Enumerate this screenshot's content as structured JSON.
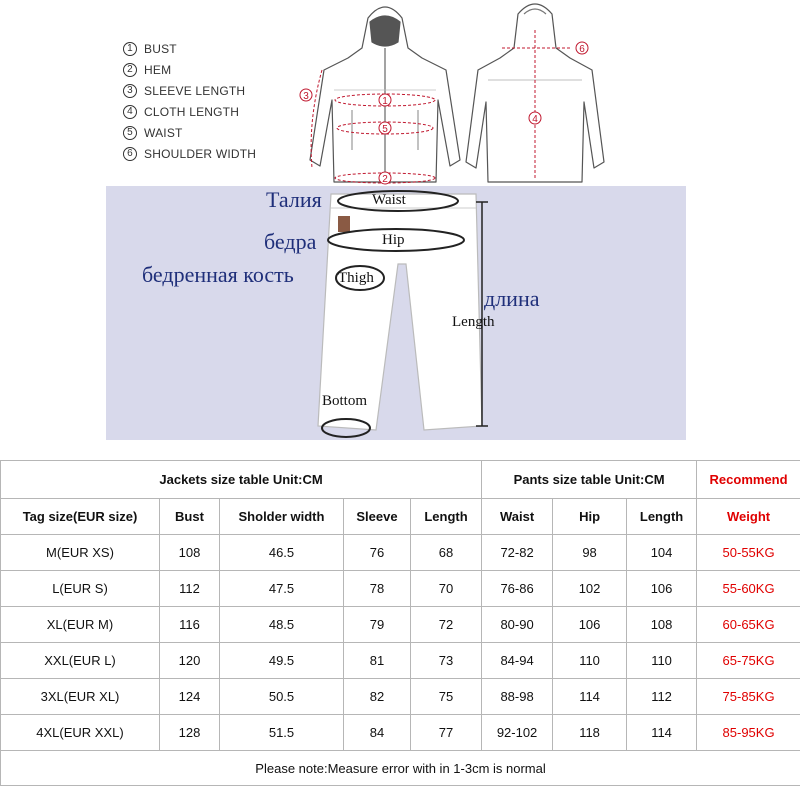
{
  "legend": [
    {
      "num": "1",
      "label": "BUST"
    },
    {
      "num": "2",
      "label": "HEM"
    },
    {
      "num": "3",
      "label": "SLEEVE LENGTH"
    },
    {
      "num": "4",
      "label": "CLOTH LENGTH"
    },
    {
      "num": "5",
      "label": "WAIST"
    },
    {
      "num": "6",
      "label": "SHOULDER WIDTH"
    }
  ],
  "jacket_markers": {
    "m1": "1",
    "m2": "2",
    "m3": "3",
    "m4": "4",
    "m5": "5",
    "m6": "6"
  },
  "pants_labels": {
    "waist_ru": "Талия",
    "waist_en": "Waist",
    "hip_ru": "бедра",
    "hip_en": "Hip",
    "thigh_ru": "бедренная кость",
    "thigh_en": "Thigh",
    "length_ru": "длина",
    "length_en": "Length",
    "bottom_en": "Bottom"
  },
  "table": {
    "jackets_title": "Jackets size table Unit:CM",
    "pants_title": "Pants size table Unit:CM",
    "recommend_title": "Recommend",
    "headers": {
      "tag": "Tag size(EUR size)",
      "bust": "Bust",
      "shoulder": "Sholder width",
      "sleeve": "Sleeve",
      "length": "Length",
      "waist": "Waist",
      "hip": "Hip",
      "pants_length": "Length",
      "weight": "Weight"
    },
    "rows": [
      {
        "tag": "M(EUR XS)",
        "bust": "108",
        "shoulder": "46.5",
        "sleeve": "76",
        "length": "68",
        "waist": "72-82",
        "hip": "98",
        "pants_length": "104",
        "weight": "50-55KG"
      },
      {
        "tag": "L(EUR S)",
        "bust": "112",
        "shoulder": "47.5",
        "sleeve": "78",
        "length": "70",
        "waist": "76-86",
        "hip": "102",
        "pants_length": "106",
        "weight": "55-60KG"
      },
      {
        "tag": "XL(EUR M)",
        "bust": "116",
        "shoulder": "48.5",
        "sleeve": "79",
        "length": "72",
        "waist": "80-90",
        "hip": "106",
        "pants_length": "108",
        "weight": "60-65KG"
      },
      {
        "tag": "XXL(EUR L)",
        "bust": "120",
        "shoulder": "49.5",
        "sleeve": "81",
        "length": "73",
        "waist": "84-94",
        "hip": "110",
        "pants_length": "110",
        "weight": "65-75KG"
      },
      {
        "tag": "3XL(EUR XL)",
        "bust": "124",
        "shoulder": "50.5",
        "sleeve": "82",
        "length": "75",
        "waist": "88-98",
        "hip": "114",
        "pants_length": "112",
        "weight": "75-85KG"
      },
      {
        "tag": "4XL(EUR XXL)",
        "bust": "128",
        "shoulder": "51.5",
        "sleeve": "84",
        "length": "77",
        "waist": "92-102",
        "hip": "118",
        "pants_length": "114",
        "weight": "85-95KG"
      }
    ],
    "note": "Please note:Measure error with in 1-3cm is normal"
  },
  "colors": {
    "recommend_red": "#e00000",
    "measure_red": "#c0182f",
    "pants_panel": "#d8d9eb",
    "russian_blue": "#1f2f7a"
  }
}
